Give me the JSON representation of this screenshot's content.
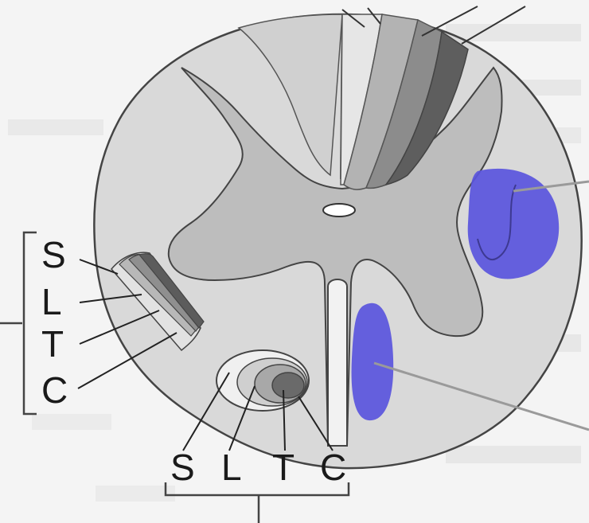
{
  "labels": {
    "lateral": {
      "S": "S",
      "L": "L",
      "T": "T",
      "C": "C"
    },
    "posterior": {
      "S": "S",
      "L": "L",
      "T": "T",
      "C": "C"
    }
  },
  "colors": {
    "white_matter": "#d9d9d9",
    "gray_matter": "#bdbdbd",
    "outline": "#444444",
    "lesion": "#5a55dd",
    "leader": "#9a9a9a"
  }
}
